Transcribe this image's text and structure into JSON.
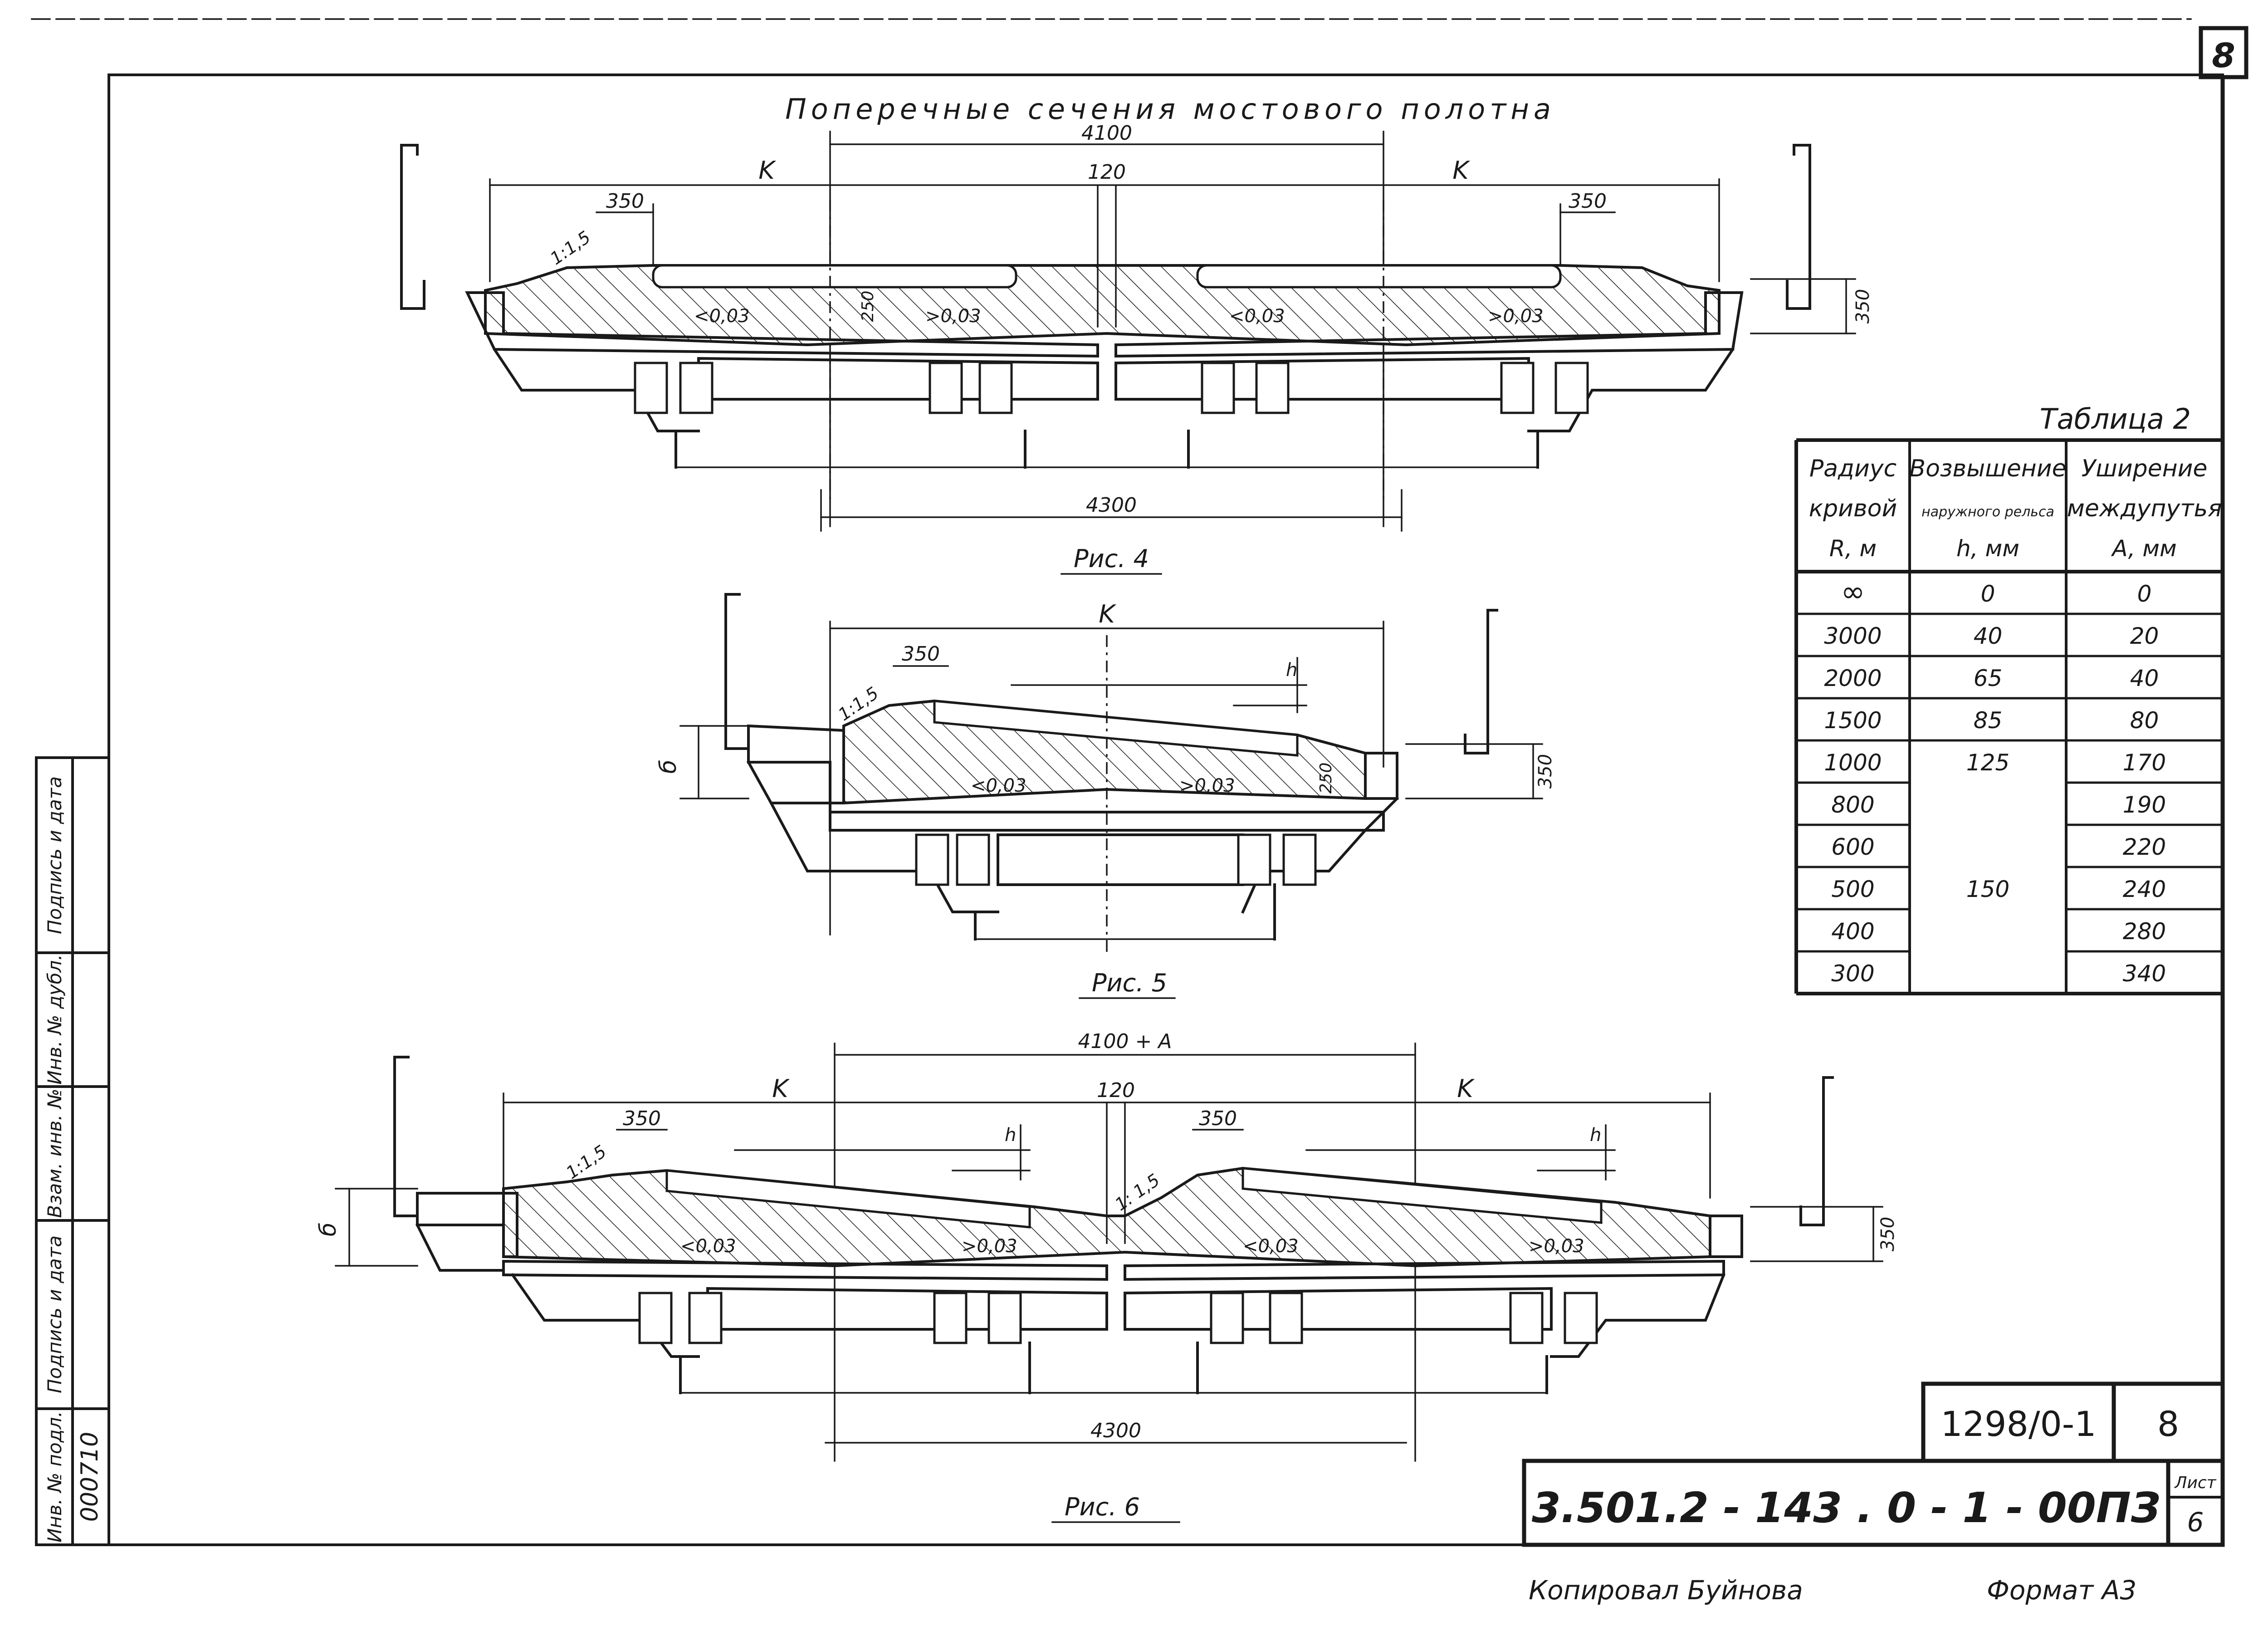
{
  "sheet": {
    "corner_number": "8",
    "title": "Поперечные сечения мостового полотна"
  },
  "fig4": {
    "caption": "Рис. 4",
    "dim_top": "4100",
    "dim_gap": "120",
    "dim_bottom": "4300",
    "dim_k_left": "K",
    "dim_k_right": "K",
    "dim_350_left": "350",
    "dim_350_right": "350",
    "dim_height": "350",
    "dim_250": "250",
    "slope_embankment": "1:1,5",
    "slope_l1": "<0,03",
    "slope_r1": ">0,03",
    "slope_l2": "<0,03",
    "slope_r2": ">0,03"
  },
  "fig5": {
    "caption": "Рис. 5",
    "dim_k": "K",
    "dim_350": "350",
    "dim_h": "h",
    "dim_b": "б",
    "dim_height": "350",
    "dim_250": "250",
    "slope_embankment": "1:1,5",
    "slope_l": "<0,03",
    "slope_r": ">0,03"
  },
  "fig6": {
    "caption": "Рис. 6",
    "dim_top": "4100 + A",
    "dim_gap": "120",
    "dim_bottom": "4300",
    "dim_k_left": "K",
    "dim_k_right": "K",
    "dim_350_left": "350",
    "dim_350_right": "350",
    "dim_h_left": "h",
    "dim_h_right": "h",
    "dim_b": "б",
    "dim_height": "350",
    "slope_embankment_left": "1:1,5",
    "slope_embankment_mid": "1: 1,5",
    "slope_l1": "<0,03",
    "slope_r1": ">0,03",
    "slope_l2": "<0,03",
    "slope_r2": ">0,03"
  },
  "table": {
    "title": "Таблица 2",
    "headers": [
      [
        "Радиус",
        "кривой",
        "R, м"
      ],
      [
        "Возвышение",
        "наружного рельса",
        "h, мм"
      ],
      [
        "Уширение",
        "междупутья",
        "A, мм"
      ]
    ],
    "rows": [
      [
        "∞",
        "0",
        "0"
      ],
      [
        "3000",
        "40",
        "20"
      ],
      [
        "2000",
        "65",
        "40"
      ],
      [
        "1500",
        "85",
        "80"
      ],
      [
        "1000",
        "125",
        "170"
      ],
      [
        "800",
        "",
        "190"
      ],
      [
        "600",
        "",
        "220"
      ],
      [
        "500",
        "",
        "240"
      ],
      [
        "400",
        "",
        "280"
      ],
      [
        "300",
        "",
        "340"
      ]
    ],
    "merged_h_value": "150"
  },
  "stamp": {
    "ref_code": "1298/0-1",
    "ref_sheet": "8",
    "doc_code": "3.501.2 - 143 . 0 - 1 - 00ПЗ",
    "sheet_label": "Лист",
    "sheet_number": "6"
  },
  "side_stamp": {
    "labels": [
      "Инв. № подл.",
      "Подпись и дата",
      "Взам. инв. №",
      "Инв. № дубл.",
      "Подпись и дата"
    ],
    "inventory_number": "000710"
  },
  "footer": {
    "copied_by": "Копировал Буйнова",
    "format": "Формат A3"
  }
}
